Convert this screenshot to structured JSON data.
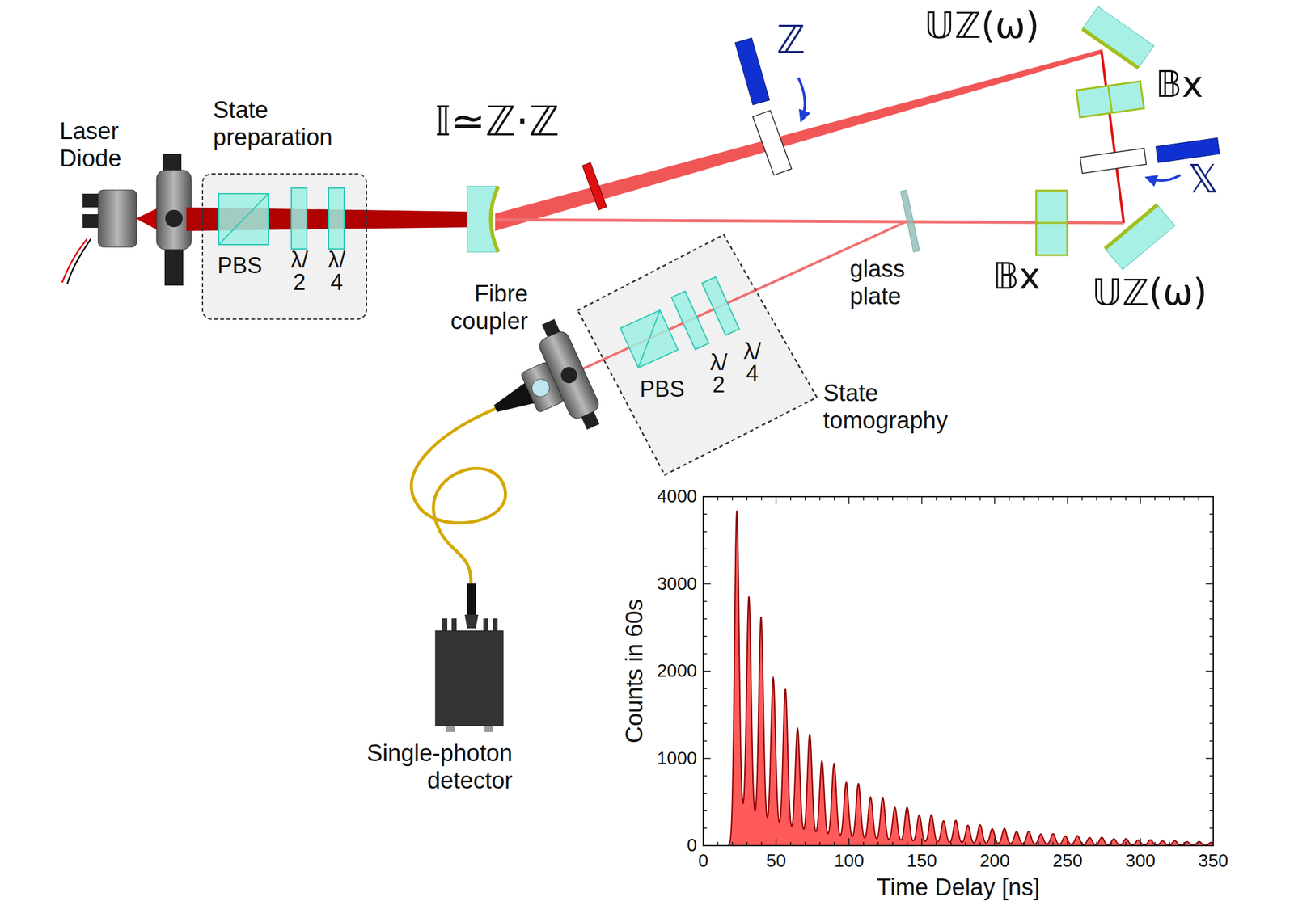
{
  "diagram": {
    "nodes": [
      {
        "text": [
          "State preparation",
          "PBS",
          "λ/2",
          "λ/4"
        ]
      },
      {
        "text": [
          "State tomography",
          "PBS",
          "λ/2",
          "λ/4"
        ]
      }
    ],
    "labels": [
      "Laser Diode",
      "𝕀≃ℤ·ℤ",
      "ℤ",
      "𝕌ℤ(ω)",
      "𝔹x",
      "𝕏",
      "glass plate",
      "𝔹x",
      "𝕌ℤ(ω)",
      "Fibre coupler",
      "Single-photon detector",
      "4000",
      "3000",
      "2000",
      "1000",
      "0",
      "Counts in 60s",
      "0",
      "50",
      "100",
      "150",
      "200",
      "250",
      "300",
      "350",
      "Time Delay [ns]"
    ]
  }
}
